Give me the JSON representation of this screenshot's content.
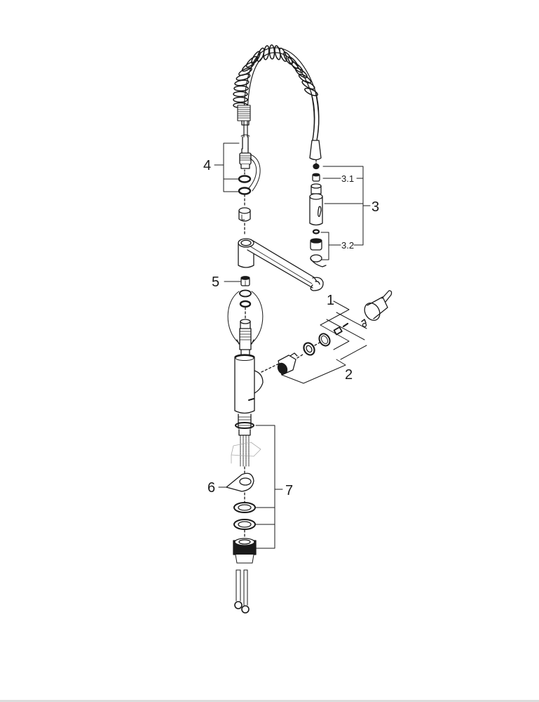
{
  "diagram": {
    "type": "exploded-parts-view",
    "subject": "pull-out spray kitchen faucet",
    "stroke_color": "#1a1a1a",
    "background": "#ffffff",
    "callouts": [
      {
        "id": "1",
        "label": "1"
      },
      {
        "id": "2",
        "label": "2"
      },
      {
        "id": "3",
        "label": "3"
      },
      {
        "id": "3.1",
        "label": "3.1"
      },
      {
        "id": "3.2",
        "label": "3.2"
      },
      {
        "id": "4",
        "label": "4"
      },
      {
        "id": "5",
        "label": "5"
      },
      {
        "id": "6",
        "label": "6"
      },
      {
        "id": "7",
        "label": "7"
      }
    ]
  }
}
